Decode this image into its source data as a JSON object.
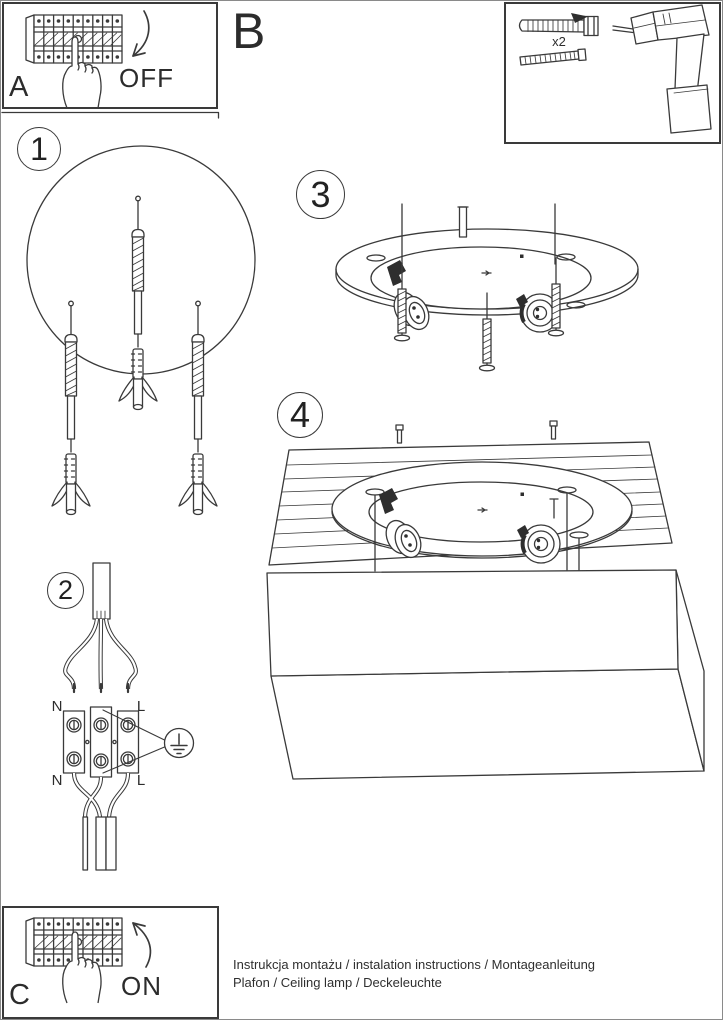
{
  "sheet": {
    "colors": {
      "ink": "#3a3a3a",
      "paper": "#ffffff"
    },
    "panel_a": {
      "letter": "A",
      "action_label": "OFF"
    },
    "section_b": {
      "letter": "B"
    },
    "parts_box": {
      "quantity_label": "x2"
    },
    "step_1": {
      "number": "1"
    },
    "step_2": {
      "number": "2",
      "labels": {
        "neutral_top": "N",
        "live_top": "L",
        "neutral_bottom": "N",
        "live_bottom": "L"
      }
    },
    "step_3": {
      "number": "3"
    },
    "step_4": {
      "number": "4"
    },
    "panel_c": {
      "letter": "C",
      "action_label": "ON"
    },
    "footer": {
      "line1": "Instrukcja montażu / instalation instructions / Montageanleitung",
      "line2": "Plafon / Ceiling lamp / Deckeleuchte"
    }
  }
}
